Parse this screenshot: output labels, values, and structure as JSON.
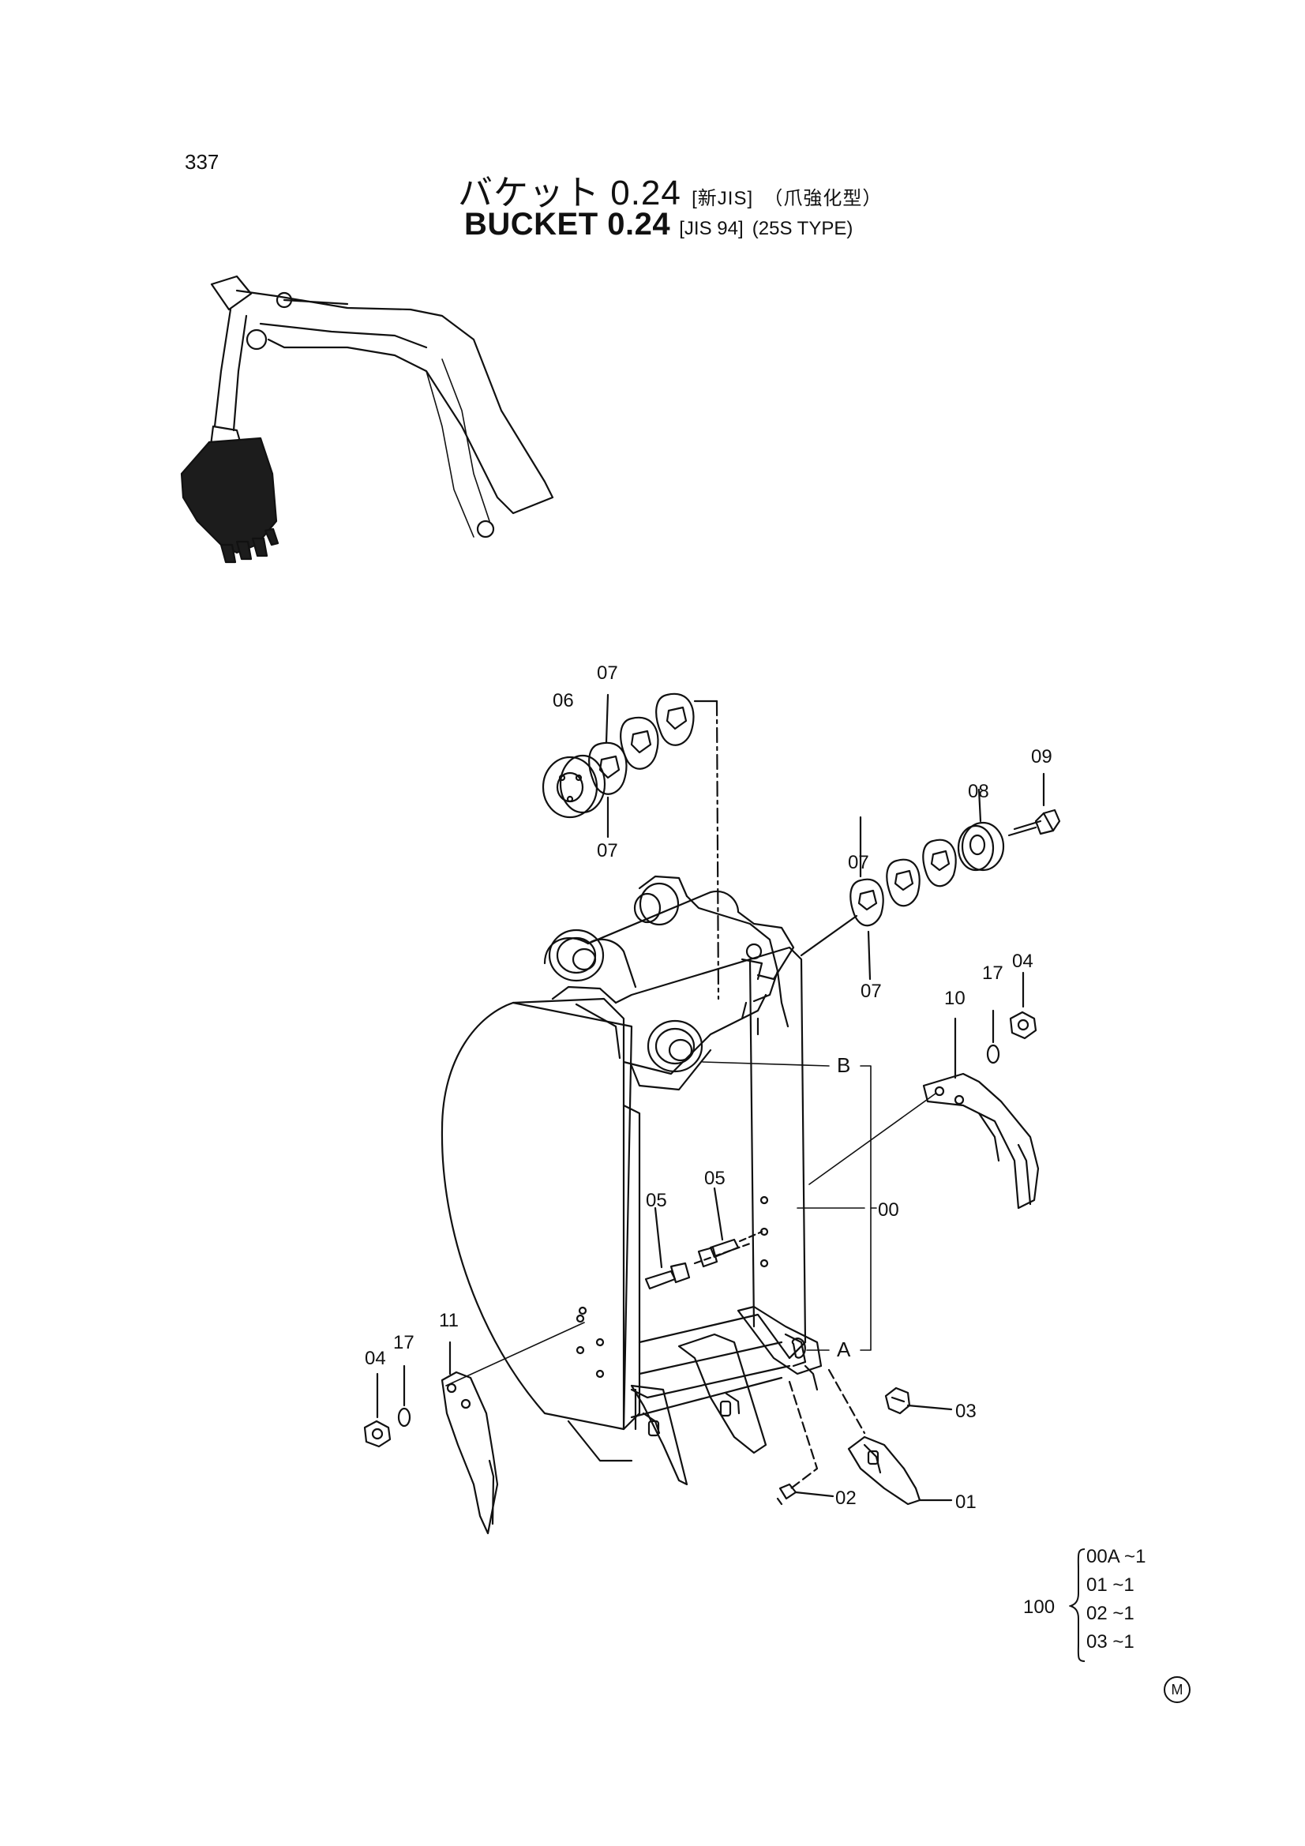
{
  "page_number": "337",
  "title_jp": {
    "main": "バケット 0.24",
    "bracket": "[新JIS]",
    "suffix": "（爪強化型）"
  },
  "title_en": {
    "main": "BUCKET 0.24",
    "bracket": "[JIS 94]",
    "suffix": "(25S TYPE)"
  },
  "callouts": {
    "c06": "06",
    "c07a": "07",
    "c07b": "07",
    "c07c": "07",
    "c07d": "07",
    "c08": "08",
    "c09": "09",
    "c04a": "04",
    "c17a": "17",
    "c10": "10",
    "c05a": "05",
    "c05b": "05",
    "c11": "11",
    "c04b": "04",
    "c17b": "17",
    "c00": "00",
    "c03": "03",
    "c01": "01",
    "c02": "02",
    "ref_b": "B",
    "ref_a": "A"
  },
  "kit": {
    "number": "100",
    "items": [
      "00A ~1",
      "01  ~1",
      "02  ~1",
      "03  ~1"
    ]
  },
  "mark": "M"
}
